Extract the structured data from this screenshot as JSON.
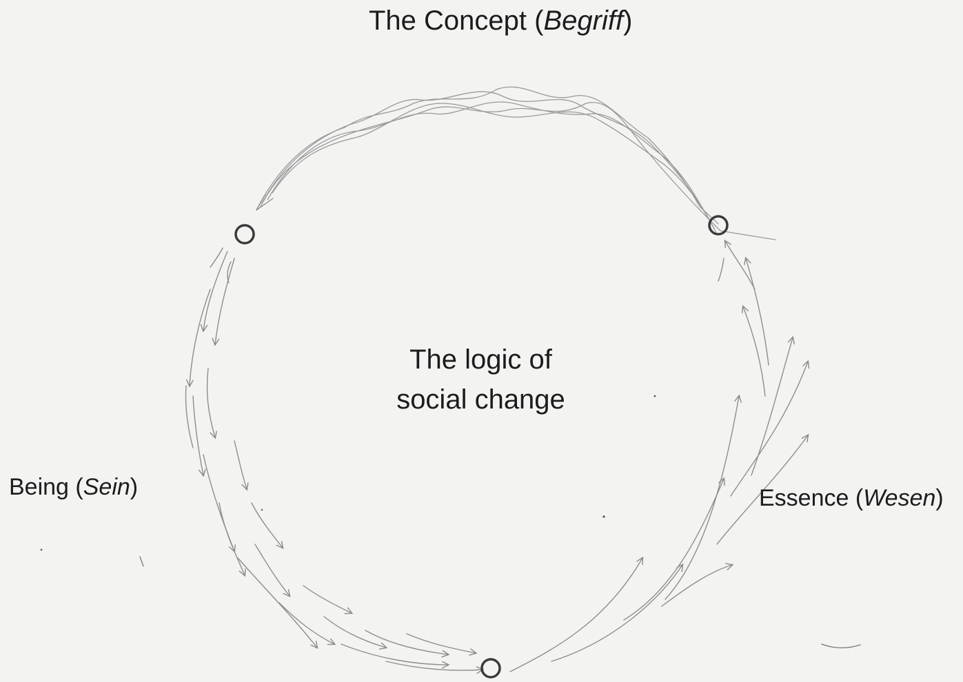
{
  "title": {
    "main": "The Concept (",
    "italic": "Begriff",
    "close": ")"
  },
  "center": {
    "line1": "The logic of",
    "line2": "social change"
  },
  "being": {
    "main": "Being (",
    "italic": "Sein",
    "close": ")"
  },
  "essence": {
    "main": "Essence (",
    "italic": "Wesen",
    "close": ")"
  },
  "colors": {
    "paper": "#f3f3f2",
    "pencil": "#8a8a8a",
    "node": "#3a3a3a",
    "text": "#1c1c1c"
  }
}
